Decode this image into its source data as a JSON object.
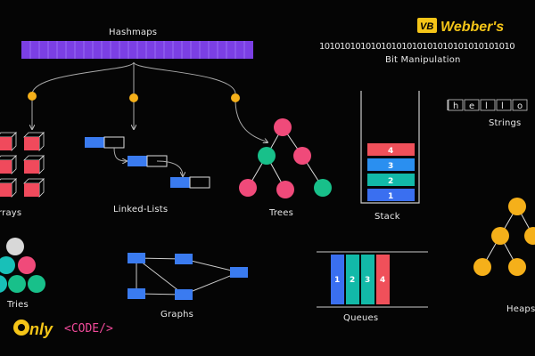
{
  "brand": {
    "logo_initials": "VB",
    "name": "Webber's",
    "bottom_prefix": "nly",
    "bottom_code": "<CODE/>"
  },
  "labels": {
    "hashmaps": "Hashmaps",
    "bit_manipulation": "Bit Manipulation",
    "bits": "10101010101010101010101010101010101010",
    "strings": "Strings",
    "string_chars": [
      "h",
      "e",
      "l",
      "l",
      "o"
    ],
    "arrays": "rrays",
    "linked_lists": "Linked-Lists",
    "trees": "Trees",
    "stack": "Stack",
    "stack_items": [
      "4",
      "3",
      "2",
      "1"
    ],
    "tries": "Tries",
    "graphs": "Graphs",
    "queues": "Queues",
    "queue_items": [
      "1",
      "2",
      "3",
      "4"
    ],
    "heaps": "Heaps"
  },
  "colors": {
    "hashmap_purple": "#7b3fe4",
    "array_red": "#f04a5c",
    "node_blue": "#3a7bf0",
    "tree_pink": "#f04a7a",
    "tree_green": "#18c08a",
    "stack_red": "#f0505a",
    "stack_blue": "#2a8ff0",
    "stack_teal": "#12b9a8",
    "stack_navy": "#3a6ff0",
    "heap_orange": "#f5b01a",
    "brand_yellow": "#f5c518"
  }
}
